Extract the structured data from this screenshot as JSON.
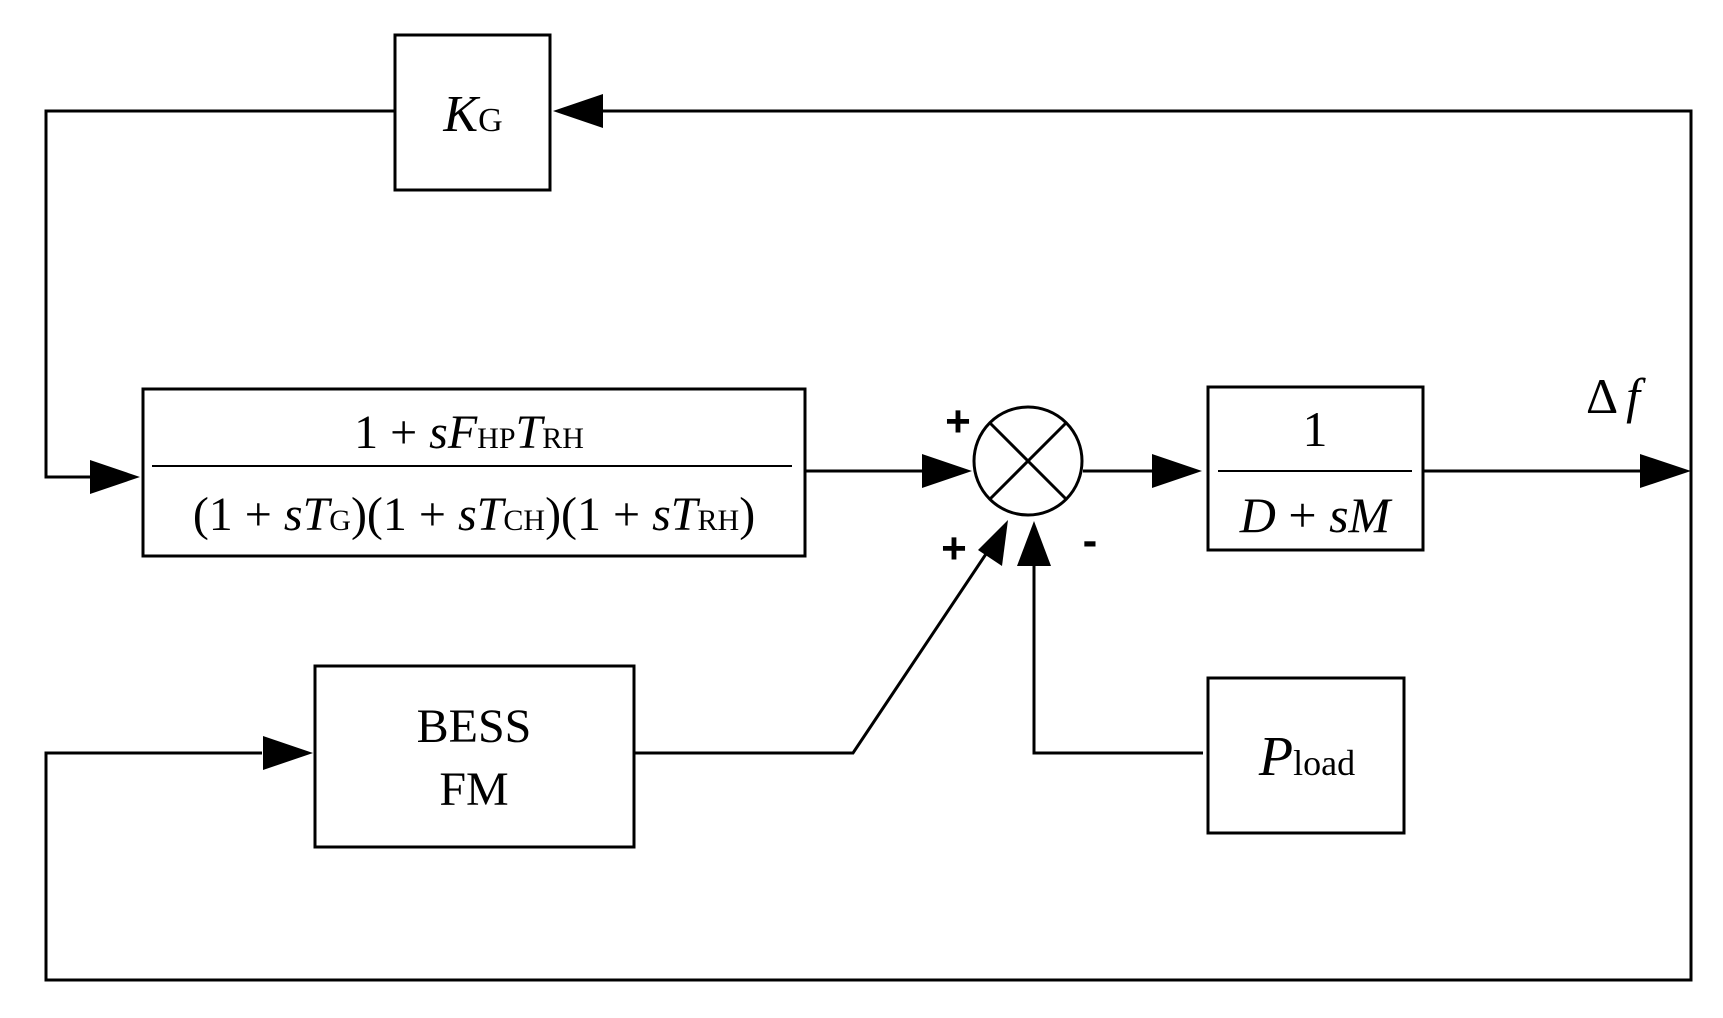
{
  "blocks": {
    "gain": {
      "symbol": "K",
      "subscript": "G"
    },
    "turbine": {
      "num": {
        "lead": "1 + ",
        "s": "s",
        "F": "F",
        "F_sub": "HP",
        "T": "T",
        "T_sub": "RH"
      },
      "den": {
        "f1_lead": "(1 + ",
        "f1_s": "s",
        "f1_T": "T",
        "f1_sub": "G",
        "f1_close": ")",
        "f2_lead": "(1 + ",
        "f2_s": "s",
        "f2_T": "T",
        "f2_sub": "CH",
        "f2_close": ")",
        "f3_lead": "(1 + ",
        "f3_s": "s",
        "f3_T": "T",
        "f3_sub": "RH",
        "f3_close": ")"
      }
    },
    "system": {
      "num": "1",
      "den": {
        "D": "D",
        "plus": " + ",
        "sM": "sM"
      }
    },
    "bess": {
      "line1": "BESS",
      "line2": "FM"
    },
    "load": {
      "symbol": "P",
      "subscript": "load"
    }
  },
  "summing_junction": {
    "signs": {
      "turbine_input": "+",
      "bess_input": "+",
      "load_input": "-"
    }
  },
  "output_label": {
    "delta": "Δ",
    "f": "f"
  }
}
